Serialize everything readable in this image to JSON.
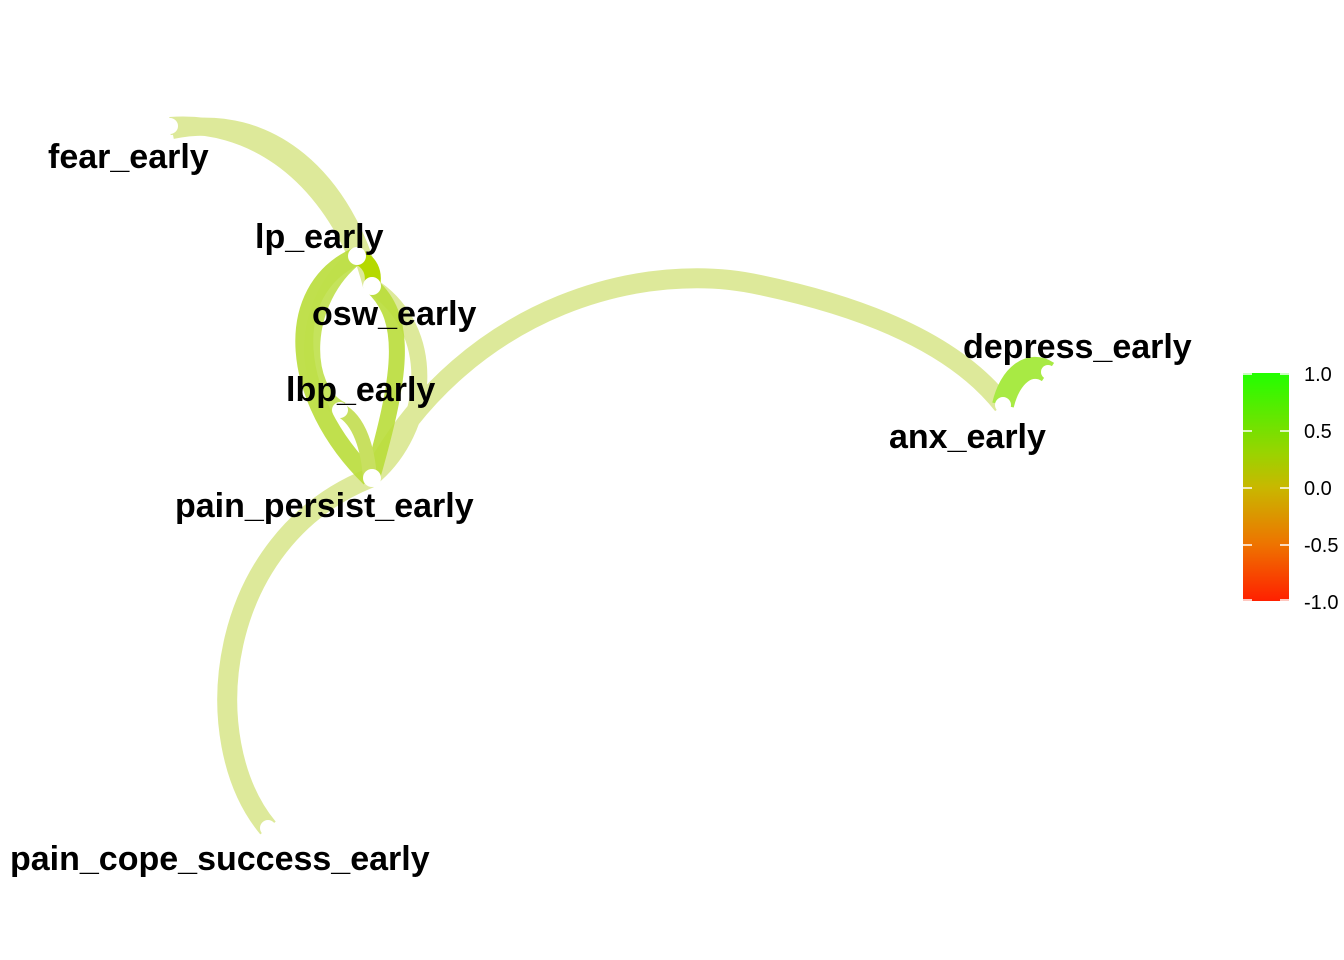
{
  "nodes": [
    {
      "id": "fear_early",
      "label": "fear_early"
    },
    {
      "id": "lp_early",
      "label": "lp_early"
    },
    {
      "id": "osw_early",
      "label": "osw_early"
    },
    {
      "id": "lbp_early",
      "label": "lbp_early"
    },
    {
      "id": "pain_persist_early",
      "label": "pain_persist_early"
    },
    {
      "id": "pain_cope_success_early",
      "label": "pain_cope_success_early"
    },
    {
      "id": "depress_early",
      "label": "depress_early"
    },
    {
      "id": "anx_early",
      "label": "anx_early"
    }
  ],
  "edges": [
    {
      "from": "fear_early",
      "to": "lp_early",
      "weight": 0.25
    },
    {
      "from": "fear_early",
      "to": "osw_early",
      "weight": 0.25
    },
    {
      "from": "lp_early",
      "to": "osw_early",
      "weight": 0.5
    },
    {
      "from": "lp_early",
      "to": "lbp_early",
      "weight": 0.45
    },
    {
      "from": "lp_early",
      "to": "pain_persist_early",
      "weight": 0.45
    },
    {
      "from": "osw_early",
      "to": "lbp_early",
      "weight": 0.4
    },
    {
      "from": "osw_early",
      "to": "pain_persist_early",
      "weight": 0.3
    },
    {
      "from": "lbp_early",
      "to": "pain_persist_early",
      "weight": 0.35
    },
    {
      "from": "pain_persist_early",
      "to": "anx_early",
      "weight": 0.25
    },
    {
      "from": "pain_persist_early",
      "to": "pain_cope_success_early",
      "weight": 0.25
    },
    {
      "from": "anx_early",
      "to": "depress_early",
      "weight": 0.65
    }
  ],
  "legend": {
    "ticks": [
      "1.0",
      "0.5",
      "0.0",
      "-0.5",
      "-1.0"
    ],
    "colors": {
      "high": "#22ff00",
      "mid": "#c8c000",
      "low": "#ff2000"
    }
  },
  "colors": {
    "weak_positive": "#dde99a",
    "moderate_positive": "#b9dd3a",
    "strong_positive": "#a8ea44",
    "node_fill": "#ffffff",
    "label": "#000000"
  }
}
